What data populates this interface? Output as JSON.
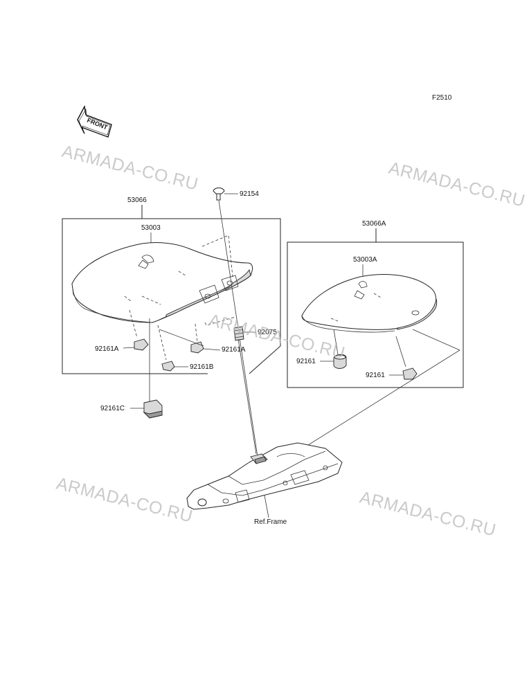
{
  "figure_code": "F2510",
  "front_arrow": {
    "label": "FRONT",
    "icon": "front-arrow-icon"
  },
  "labels": {
    "seat_assembly": "53066",
    "seat_cover": "53003",
    "bolt": "92154",
    "clip": "92075",
    "rear_seat_assembly": "53066A",
    "rear_seat_cover": "53003A",
    "damper_a_left": "92161A",
    "damper_a_right": "92161A",
    "damper_b": "92161B",
    "damper_c": "92161C",
    "rear_damper_left": "92161",
    "rear_damper_right": "92161",
    "frame_ref": "Ref.Frame"
  },
  "watermarks": [
    "ARMADA-CO.RU",
    "ARMADA-CO.RU",
    "ARMADA-CO.RU",
    "ARMADA-CO.RU",
    "ARMADA-CO.RU"
  ]
}
